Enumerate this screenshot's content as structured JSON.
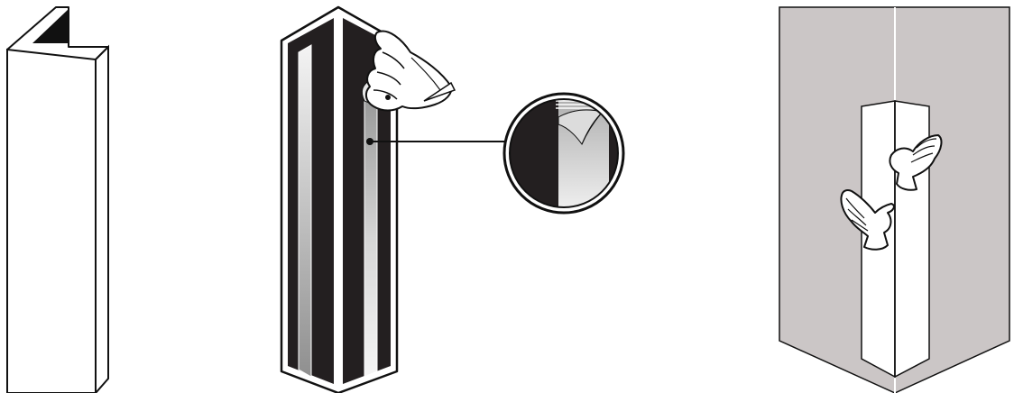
{
  "figure": {
    "panels": [
      {
        "id": "step-1",
        "subject": "corner-guard-profile"
      },
      {
        "id": "step-2",
        "subject": "peel-adhesive-liner"
      },
      {
        "id": "step-3",
        "subject": "press-onto-wall-corner"
      }
    ],
    "colors": {
      "ink": "#111111",
      "adhesive_dark": "#231f20",
      "wall": "#cbc6c6",
      "paper": "#ffffff"
    },
    "icons": [
      "hand-peeling-icon",
      "magnifier-callout",
      "hands-pressing-icon"
    ]
  }
}
